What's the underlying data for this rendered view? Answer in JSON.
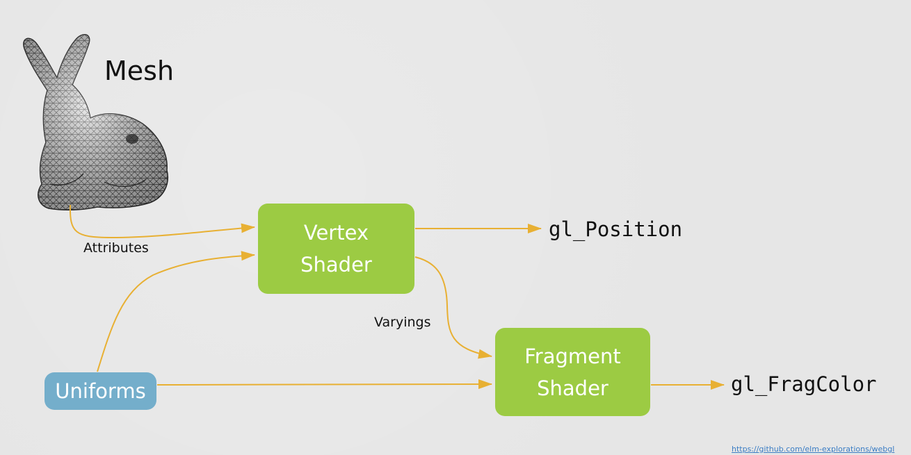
{
  "mesh": {
    "label": "Mesh"
  },
  "edges": {
    "attributes": "Attributes",
    "varyings": "Varyings"
  },
  "nodes": {
    "vertex_shader": {
      "line1": "Vertex",
      "line2": "Shader"
    },
    "fragment_shader": {
      "line1": "Fragment",
      "line2": "Shader"
    },
    "uniforms": "Uniforms"
  },
  "outputs": {
    "gl_position": "gl_Position",
    "gl_fragcolor": "gl_FragColor"
  },
  "source": "https://github.com/elm-explorations/webgl",
  "colors": {
    "shader_green": "#9ccb43",
    "uniforms_blue": "#74aecb",
    "arrow_yellow": "#e8b033",
    "background": "#e6e6e6"
  }
}
